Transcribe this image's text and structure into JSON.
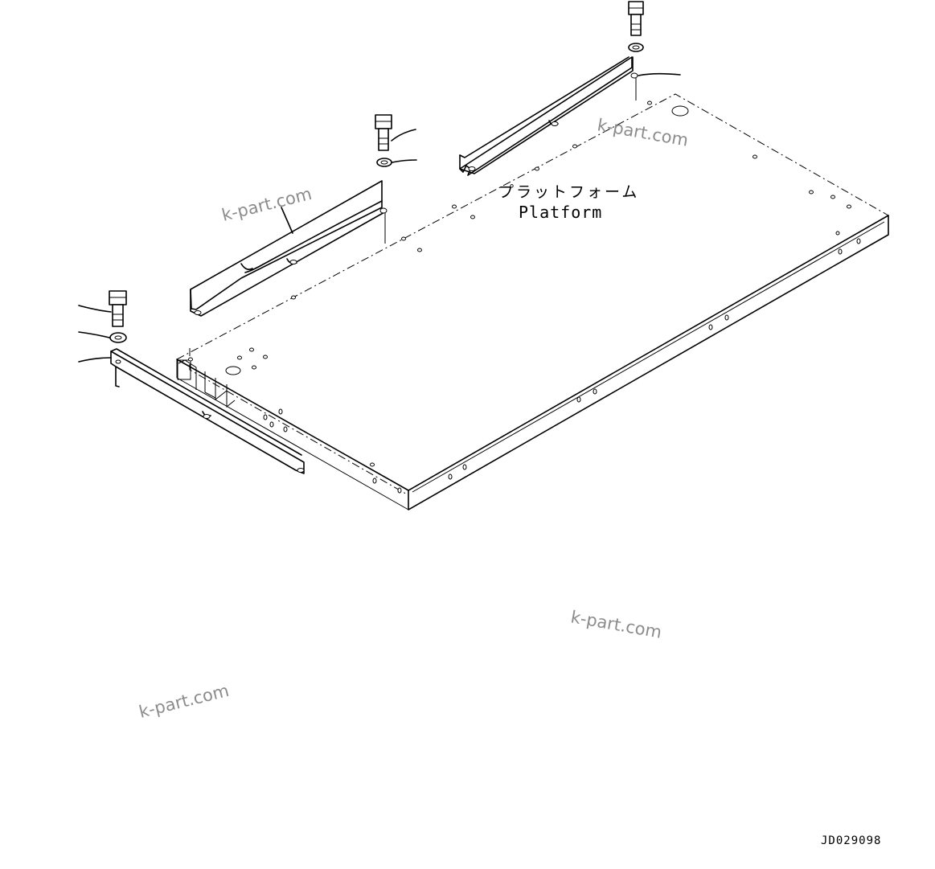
{
  "diagram": {
    "platform_label_jp": "プラットフォーム",
    "platform_label_en": "Platform",
    "drawing_code": "JD029098",
    "watermark_text": "k-part.com",
    "line_color": "#000000",
    "watermark_color": "#8c8c8c",
    "background": "#ffffff"
  }
}
